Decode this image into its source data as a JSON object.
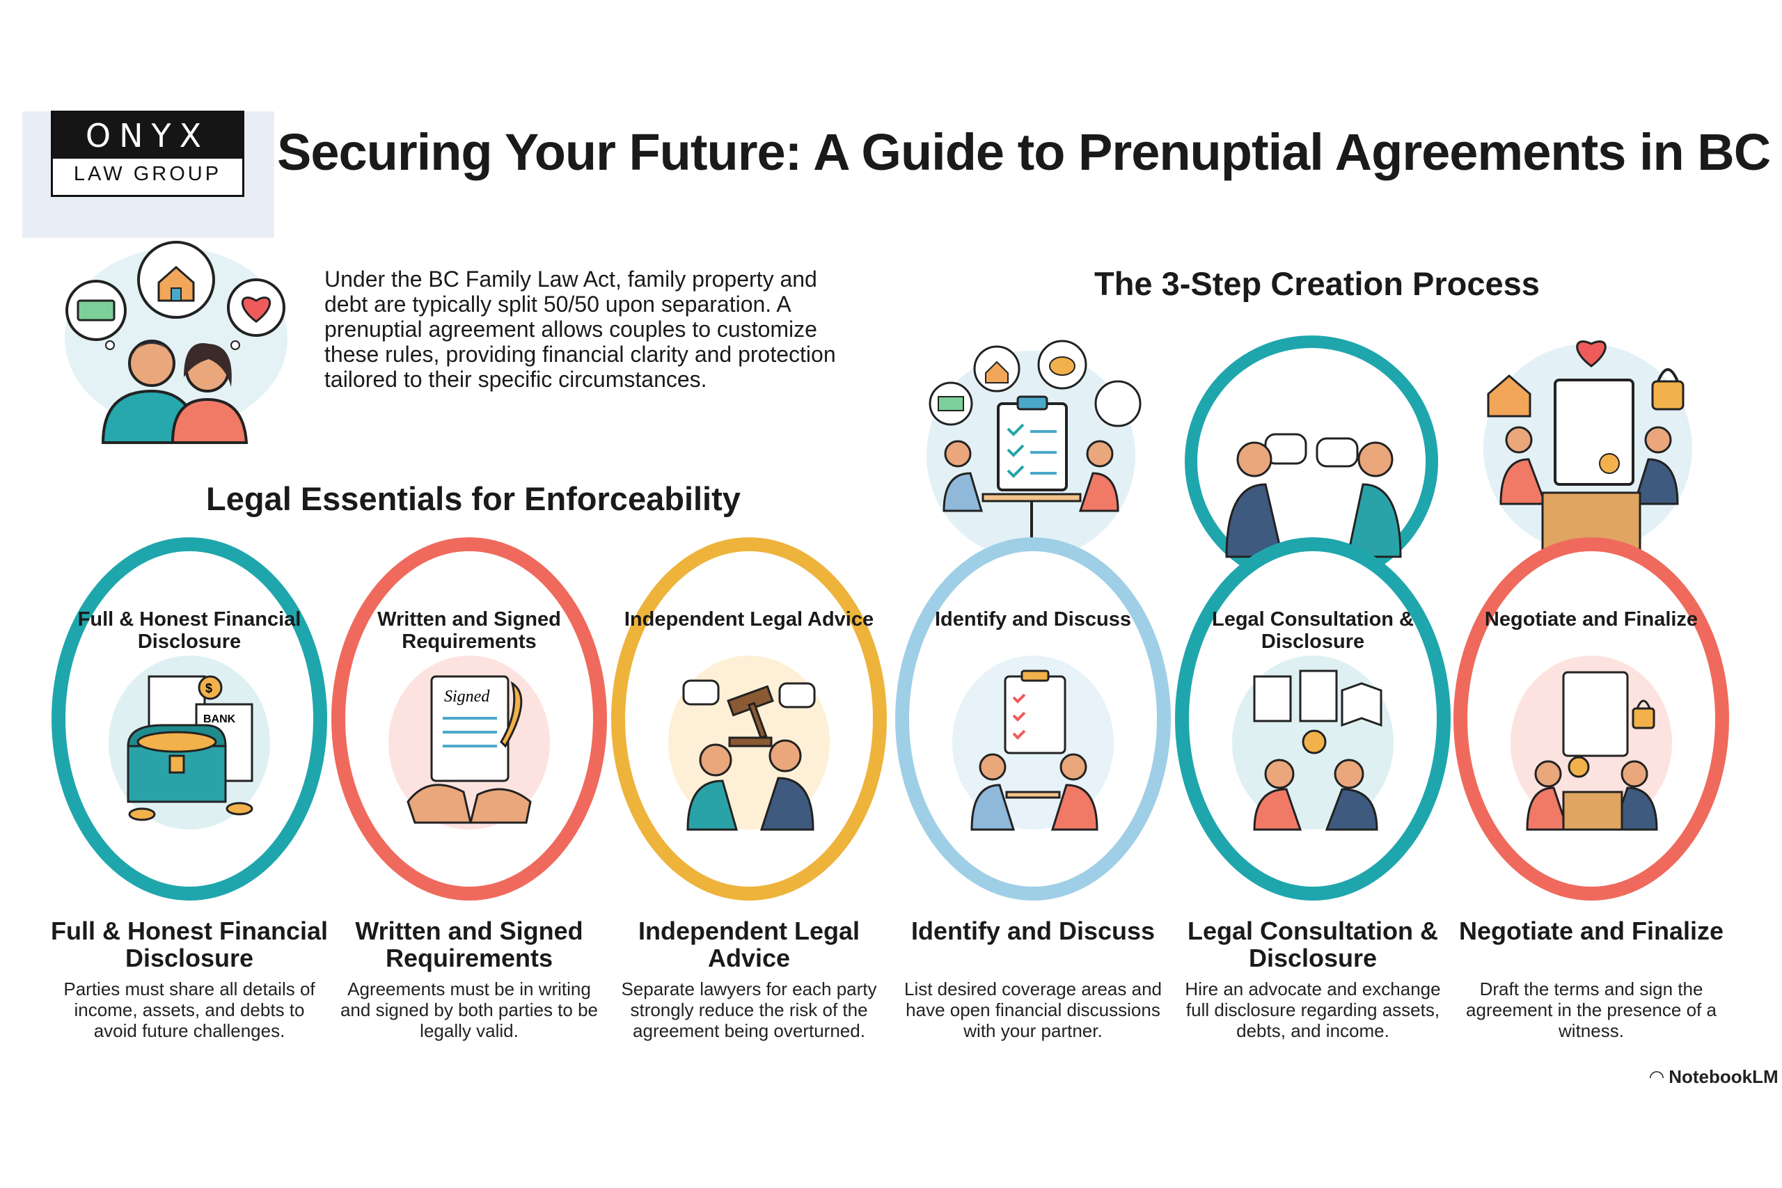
{
  "logo": {
    "top": "ONYX",
    "bottom": "LAW GROUP"
  },
  "title": "Securing Your Future: A Guide to Prenuptial Agreements in BC",
  "intro": "Under the BC Family Law Act, family property and debt are typically split 50/50 upon separation. A prenuptial agreement allows couples to customize these rules, providing financial clarity and protection tailored to their specific circumstances.",
  "process_heading": "The 3-Step Creation Process",
  "essentials_heading": "Legal Essentials for Enforceability",
  "colors": {
    "teal": "#1fa6ad",
    "coral": "#ef6a5c",
    "gold": "#eeb33b",
    "lightblue": "#9fcfe6"
  },
  "essentials": [
    {
      "ring_title": "Full & Honest Financial Disclosure",
      "title": "Full & Honest Financial Disclosure",
      "desc": "Parties must share all details of income, assets, and debts to avoid future challenges.",
      "icon": "treasure-chest-icon",
      "bank_label": "BANK",
      "coin_label": "$"
    },
    {
      "ring_title": "Written and Signed Requirements",
      "title": "Written and Signed Requirements",
      "desc": "Agreements must be in writing and signed by both parties to be legally valid.",
      "icon": "signed-document-icon",
      "doc_label": "Signed"
    },
    {
      "ring_title": "Independent Legal Advice",
      "title": "Independent Legal Advice",
      "desc": "Separate lawyers for each party strongly reduce the risk of the agreement being overturned.",
      "icon": "gavel-icon"
    }
  ],
  "process": [
    {
      "ring_title": "Identify and Discuss",
      "title": "Identify and Discuss",
      "desc": "List desired coverage areas and have open financial discussions with your partner.",
      "icon": "checklist-icon"
    },
    {
      "ring_title": "Legal Consultation & Disclosure",
      "title": "Legal Consultation & Disclosure",
      "desc": "Hire an advocate and exchange full disclosure regarding assets, debts, and income.",
      "icon": "consultation-icon"
    },
    {
      "ring_title": "Negotiate and Finalize",
      "title": "Negotiate and Finalize",
      "desc": "Draft the terms and sign the agreement in the presence of a witness.",
      "icon": "contract-signing-icon"
    }
  ],
  "footer": {
    "brand": "NotebookLM"
  }
}
